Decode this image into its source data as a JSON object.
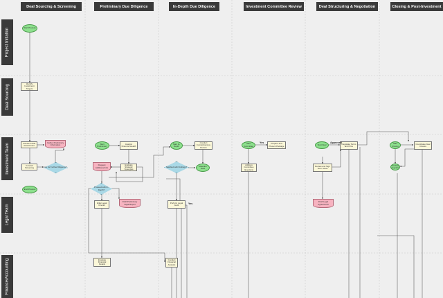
{
  "columns": [
    {
      "id": "c1",
      "label": "Deal Sourcing & Screening"
    },
    {
      "id": "c2",
      "label": "Preliminary Due Diligence"
    },
    {
      "id": "c3",
      "label": "In-Depth Due Diligence"
    },
    {
      "id": "c4",
      "label": "Investment Committee Review"
    },
    {
      "id": "c5",
      "label": "Deal Structuring & Negotiation"
    },
    {
      "id": "c6",
      "label": "Closing & Post-Investment"
    }
  ],
  "lanes": [
    {
      "id": "l1",
      "label": "Project Initiation"
    },
    {
      "id": "l2",
      "label": "Deal Sourcing"
    },
    {
      "id": "l3",
      "label": "Investment Team"
    },
    {
      "id": "l4",
      "label": "Legal Team"
    },
    {
      "id": "l5",
      "label": "Finance/Accounting"
    }
  ],
  "nodes": [
    {
      "id": "n1",
      "type": "start",
      "text": "Start Process"
    },
    {
      "id": "n2",
      "type": "task",
      "text": "Identify Investment Targets"
    },
    {
      "id": "n3",
      "type": "task",
      "text": "Conduct Initial Assessment"
    },
    {
      "id": "n4",
      "type": "doc",
      "text": "Gather Preliminary Information"
    },
    {
      "id": "n5",
      "type": "task",
      "text": "Conduct Screening"
    },
    {
      "id": "n6",
      "type": "decision",
      "text": "Go for Further Diligence?"
    },
    {
      "id": "n7",
      "type": "start",
      "text": "End Process"
    },
    {
      "id": "n8",
      "type": "start",
      "text": "Start Preliminary"
    },
    {
      "id": "n9",
      "type": "task",
      "text": "Analyze Financial Health"
    },
    {
      "id": "n10",
      "type": "doc",
      "text": "Request Additional Info"
    },
    {
      "id": "n11",
      "type": "task",
      "text": "Evaluate Strategic Synergies"
    },
    {
      "id": "n12",
      "type": "decision",
      "text": "Proceed with In-Depth?"
    },
    {
      "id": "n13",
      "type": "task",
      "text": "Initial Legal Checks"
    },
    {
      "id": "n14",
      "type": "doc",
      "text": "Draft Preliminary Legal Report"
    },
    {
      "id": "n15",
      "type": "task",
      "text": "Evaluate Financial Details"
    },
    {
      "id": "n16",
      "type": "start",
      "text": "Start In-Depth"
    },
    {
      "id": "n17",
      "type": "task",
      "text": "Conduct Comprehensive Review"
    },
    {
      "id": "n18",
      "type": "decision",
      "text": "Satisfied with Findings?"
    },
    {
      "id": "n19",
      "type": "start",
      "text": "Abandon Deal"
    },
    {
      "id": "n20",
      "type": "task",
      "text": "Perform Legal Audit"
    },
    {
      "id": "n21",
      "type": "task",
      "text": "Conduct Financial Analysis"
    },
    {
      "id": "n22",
      "type": "start",
      "text": "Start Committee"
    },
    {
      "id": "n23",
      "type": "task",
      "text": "Prepare and Present Package"
    },
    {
      "id": "n24",
      "type": "task",
      "text": "Address Committee Questions"
    },
    {
      "id": "n25",
      "type": "start",
      "text": "Start Deal"
    },
    {
      "id": "n26",
      "type": "task",
      "text": "Negotiate Terms and Price"
    },
    {
      "id": "n27",
      "type": "task",
      "text": "Review and Sign Term Sheet"
    },
    {
      "id": "n28",
      "type": "doc",
      "text": "Draft Legal Agreements"
    },
    {
      "id": "n29",
      "type": "start",
      "text": "Start Closing"
    },
    {
      "id": "n30",
      "type": "task",
      "text": "Coordinate Deal Closure"
    },
    {
      "id": "n31",
      "type": "start",
      "text": "Portfolio Integration"
    }
  ],
  "edge_labels": [
    {
      "id": "e1",
      "text": "Yes"
    },
    {
      "id": "e2",
      "text": "Yes"
    },
    {
      "id": "e3",
      "text": "Approved"
    }
  ]
}
